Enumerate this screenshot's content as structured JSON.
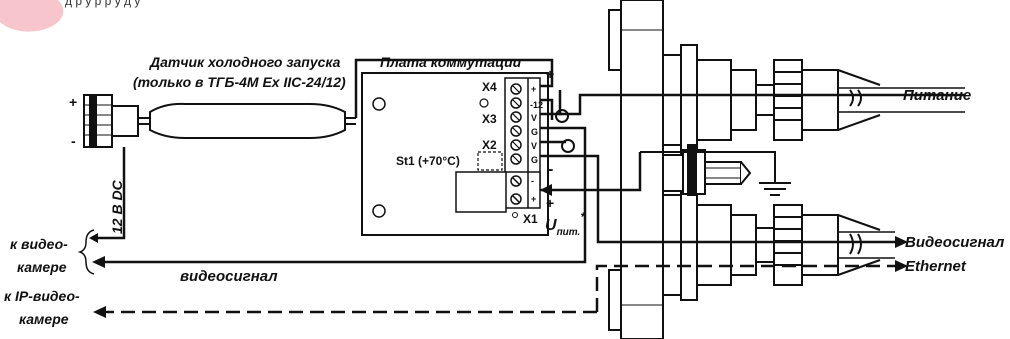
{
  "top_text": "д                 р       у                    р                                                р    у        д    у",
  "labels": {
    "sensor_title_1": "Датчик холодного запуска",
    "sensor_title_2": "(только в ТГБ-4М Ex IIC-24/12)",
    "board_title": "Плата коммутации",
    "supply_12v": "12 В DC",
    "to_camera_1": "к видео-",
    "to_camera_2": "камере",
    "to_ipcamera_1": "к IP-видео-",
    "to_ipcamera_2": "камере",
    "video_signal_low": "видеосигнал",
    "power": "Питание",
    "video_signal": "Видеосигнал",
    "ethernet": "Ethernet",
    "u_main": "U",
    "u_sub": "пит.",
    "u_star": "*",
    "st1": "St1 (+70°С)",
    "x1": "X1",
    "x2": "X2",
    "x3": "X3",
    "x4": "X4",
    "plus_left": "+",
    "minus_left": "-",
    "plus_top": "+",
    "minus_mid": "-",
    "plus_bottom": "+",
    "term_x4_plus": "+",
    "term_x4_12": "-12",
    "term_x3_v": "V",
    "term_x3_g": "G",
    "term_x2_v": "V",
    "term_x2_g": "G",
    "term_x1_minus": "-",
    "term_x1_plus": "+"
  },
  "colors": {
    "line": "#111111",
    "pink_mark": "#f7c6cc"
  }
}
